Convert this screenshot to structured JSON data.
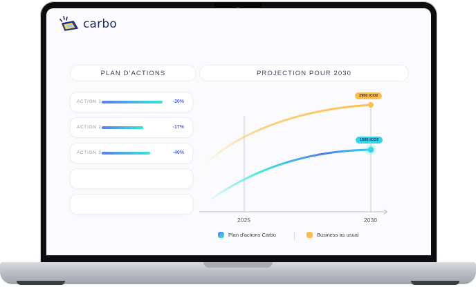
{
  "app": {
    "name": "carbo"
  },
  "header": {
    "plan_title": "PLAN D'ACTIONS",
    "projection_title": "PROJECTION POUR 2030"
  },
  "actions": [
    {
      "label": "ACTION 1",
      "value": "-30%",
      "fill": 0.92
    },
    {
      "label": "ACTION 2",
      "value": "-17%",
      "fill": 0.62
    },
    {
      "label": "ACTION 3",
      "value": "-40%",
      "fill": 0.73
    }
  ],
  "chart_data": {
    "type": "line",
    "x_ticks": [
      "2025",
      "2030"
    ],
    "series": [
      {
        "name": "Plan d'actions Carbo",
        "end_label": "1500 tCO2",
        "color": "#4f7cf0"
      },
      {
        "name": "Business as usual",
        "end_label": "2900 tCO2",
        "color": "#fdbf4b"
      }
    ]
  },
  "legend": {
    "carbo": "Plan d'actions Carbo",
    "bau": "Business as usual"
  }
}
